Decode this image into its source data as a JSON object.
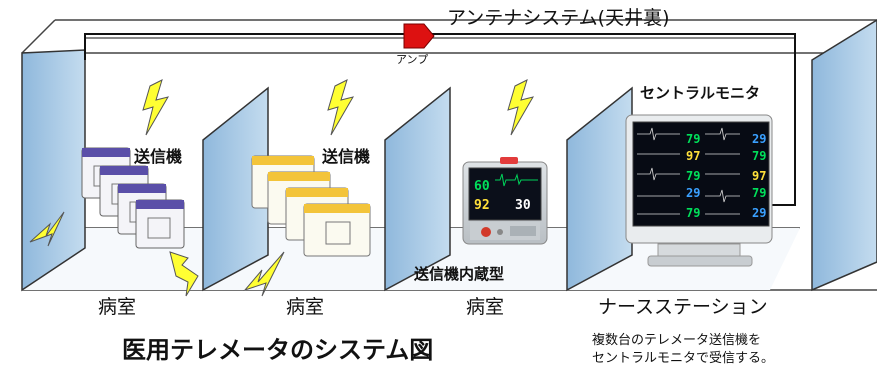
{
  "antenna_system_label": "アンテナシステム(天井裏)",
  "amplifier_label": "アンプ",
  "central_monitor_label": "セントラルモニタ",
  "transmitter_label_1": "送信機",
  "transmitter_label_2": "送信機",
  "built_in_transmitter_label": "送信機内蔵型",
  "rooms": [
    "病室",
    "病室",
    "病室",
    "ナースステーション"
  ],
  "caption": "複数台のテレメータ送信機を\nセントラルモニタで受信する。",
  "title": "医用テレメータのシステム図",
  "bedside_monitor_values": [
    "60",
    "92",
    "30"
  ],
  "central_monitor_values": [
    "79",
    "97",
    "79",
    "29",
    "79",
    "29",
    "79",
    "97",
    "79",
    "29"
  ],
  "colors": {
    "partition": "#a9cbe6",
    "lightning": "#ffff33",
    "amplifier": "#dd1111",
    "line": "#111111"
  }
}
